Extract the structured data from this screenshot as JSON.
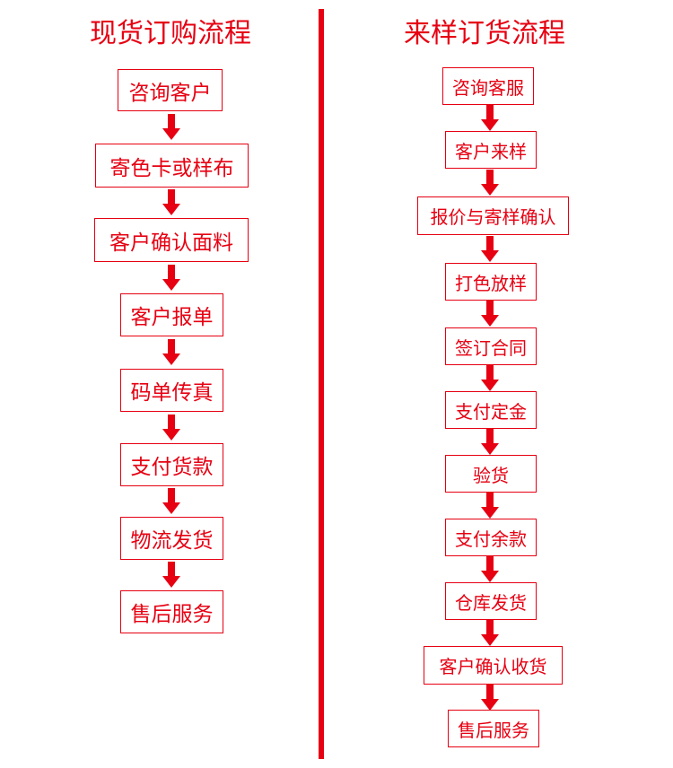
{
  "colors": {
    "accent": "#e60012",
    "background": "#ffffff"
  },
  "left": {
    "title": "现货订购流程",
    "steps": [
      "咨询客户",
      "寄色卡或样布",
      "客户确认面料",
      "客户报单",
      "码单传真",
      "支付货款",
      "物流发货",
      "售后服务"
    ]
  },
  "right": {
    "title": "来样订货流程",
    "steps": [
      "咨询客服",
      "客户来样",
      "报价与寄样确认",
      "打色放样",
      "签订合同",
      "支付定金",
      "验货",
      "支付余款",
      "仓库发货",
      "客户确认收货",
      "售后服务"
    ]
  }
}
